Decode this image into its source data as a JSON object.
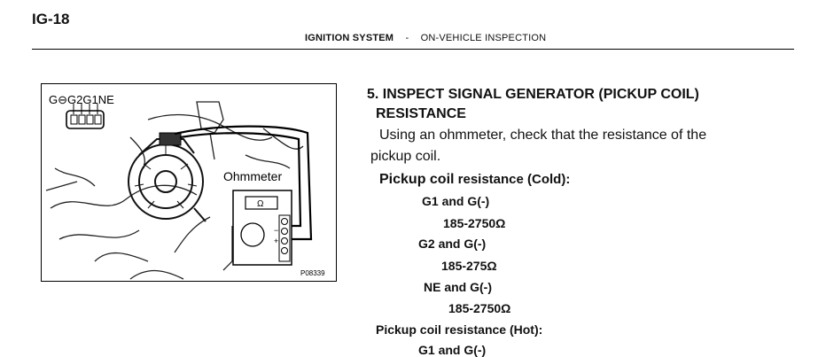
{
  "page_id": "IG-18",
  "header": {
    "section": "IGNITION SYSTEM",
    "separator": "-",
    "subsection": "ON-VEHICLE INSPECTION"
  },
  "figure": {
    "terminal_label": "G⊖G2G1NE",
    "meter_label": "Ohmmeter",
    "omega_symbol": "Ω",
    "code": "P08339"
  },
  "step": {
    "title_line1": "5. INSPECT SIGNAL GENERATOR (PICKUP COIL)",
    "title_line2": "RESISTANCE",
    "instruction_line1": "Using an ohmmeter, check that the resistance of the",
    "instruction_line2": "pickup coil.",
    "cold": {
      "label_main": "Pickup coil",
      "label_rest": " resistance (Cold):",
      "items": [
        {
          "terminals": "G1 and G(-)",
          "value": "185-2750Ω"
        },
        {
          "terminals": "G2 and G(-)",
          "value": "185-275Ω"
        },
        {
          "terminals": "NE and G(-)",
          "value": "185-2750Ω"
        }
      ]
    },
    "hot": {
      "label": "Pickup coil resistance (Hot):",
      "items": [
        {
          "terminals": "G1 and G(-)"
        }
      ]
    }
  }
}
